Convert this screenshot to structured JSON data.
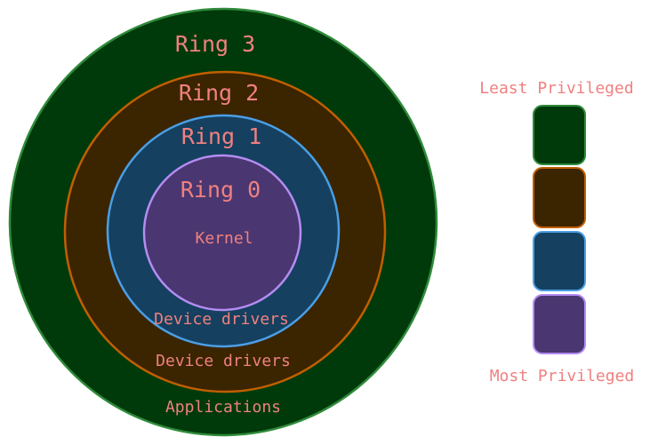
{
  "colors": {
    "label_text": "#f08080",
    "ring3_fill": "#003a0a",
    "ring3_stroke": "#2f8a3a",
    "ring2_fill": "#3b2400",
    "ring2_stroke": "#c05f00",
    "ring1_fill": "#15405f",
    "ring1_stroke": "#4a9fe6",
    "ring0_fill": "#4a3670",
    "ring0_stroke": "#b48cf2"
  },
  "rings": {
    "ring3": {
      "title": "Ring 3",
      "caption": "Applications"
    },
    "ring2": {
      "title": "Ring 2",
      "caption": "Device drivers"
    },
    "ring1": {
      "title": "Ring 1",
      "caption": "Device drivers"
    },
    "ring0": {
      "title": "Ring 0",
      "caption": "Kernel"
    }
  },
  "legend": {
    "top_label": "Least Privileged",
    "bottom_label": "Most Privileged",
    "swatches": [
      "ring3",
      "ring2",
      "ring1",
      "ring0"
    ]
  }
}
